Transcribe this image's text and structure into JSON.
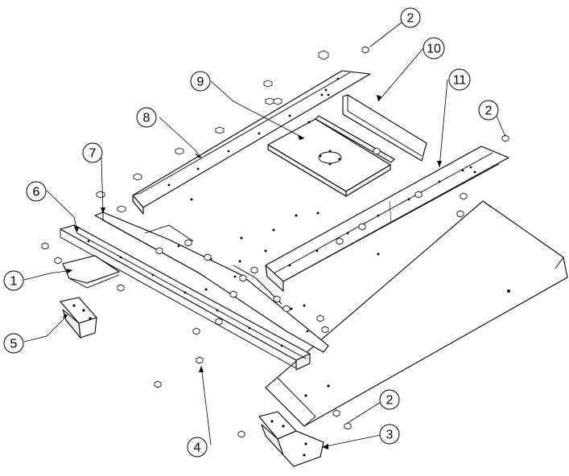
{
  "callouts": [
    {
      "label": "1"
    },
    {
      "label": "2"
    },
    {
      "label": "2"
    },
    {
      "label": "2"
    },
    {
      "label": "3"
    },
    {
      "label": "4"
    },
    {
      "label": "5"
    },
    {
      "label": "6"
    },
    {
      "label": "7"
    },
    {
      "label": "8"
    },
    {
      "label": "9"
    },
    {
      "label": "10"
    },
    {
      "label": "11"
    }
  ]
}
